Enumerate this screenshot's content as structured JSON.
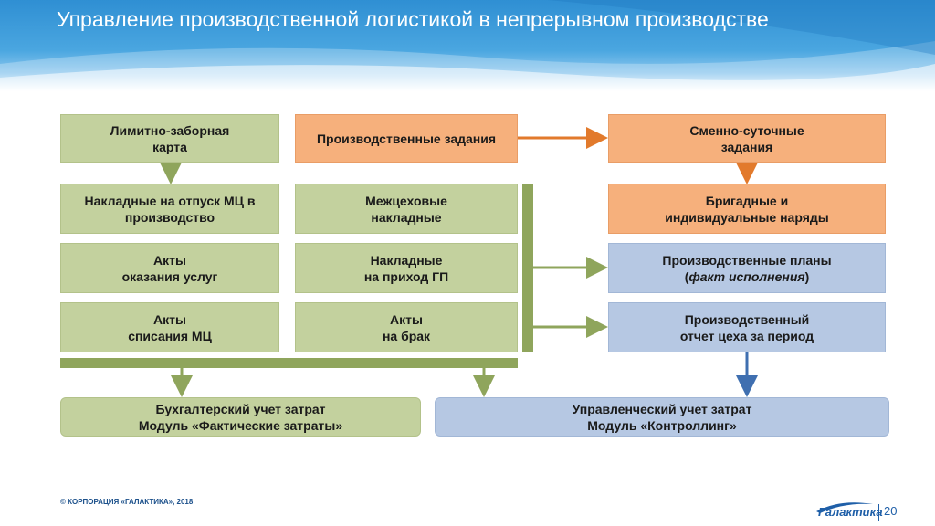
{
  "header": {
    "title": "Управление производственной логистикой в непрерывном производстве"
  },
  "colors": {
    "green_box": "#c3d19e",
    "orange_box": "#f6b07c",
    "blue_box": "#b6c8e3",
    "green_bar": "#8fa55c",
    "orange_arrow": "#e27a2c",
    "blue_arrow": "#3f6fb0",
    "header_blue": "#2f8fd3"
  },
  "diagram": {
    "limit_card": "Лимитно-заборная\nкарта",
    "production_tasks": "Производственные задания",
    "shift_tasks": "Сменно-суточные\nзадания",
    "issue_invoices": "Накладные на  отпуск МЦ в\nпроизводство",
    "intershop_invoices": "Межцеховые\nнакладные",
    "team_orders": "Бригадные и\nиндивидуальные наряды",
    "service_acts": "Акты\nоказания услуг",
    "receipt_invoices": "Накладные\nна приход ГП",
    "production_plans_line1": "Производственные планы",
    "production_plans_paren_open": "(",
    "production_plans_italic": "факт исполнения",
    "production_plans_paren_close": ")",
    "writeoff_acts": "Акты\nсписания МЦ",
    "defect_acts": "Акты\nна брак",
    "shop_report": "Производственный\nотчет цеха за период",
    "accounting": "Бухгалтерский учет затрат\nМодуль «Фактические затраты»",
    "management": "Управленческий учет затрат\nМодуль «Контроллинг»"
  },
  "footer": {
    "copyright": "© КОРПОРАЦИЯ «ГАЛАКТИКА», 2018",
    "logo_text": "Галактика",
    "page_number": "20"
  }
}
